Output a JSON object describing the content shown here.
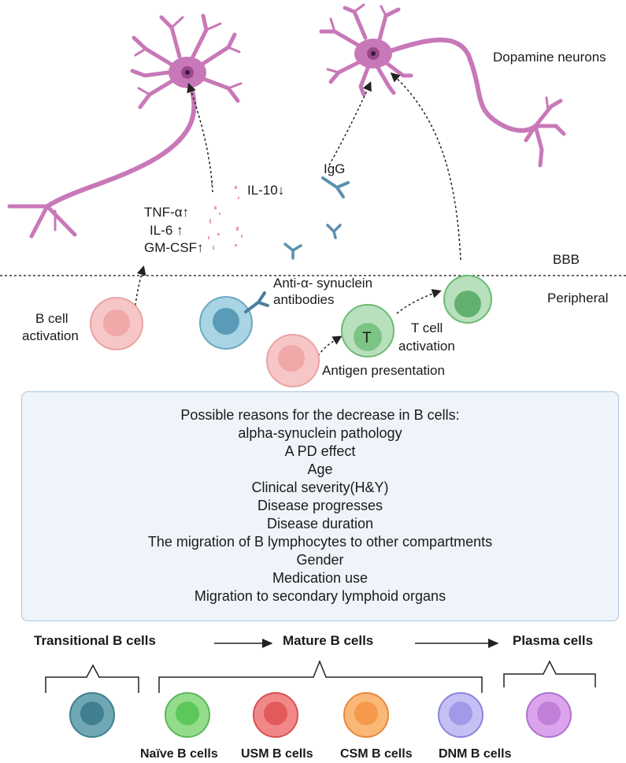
{
  "neurons_label": "Dopamine neurons",
  "bbb_label": "BBB",
  "peripheral_label": "Peripheral",
  "cytokines": [
    "TNF-α↑",
    "IL-6 ↑",
    "GM-CSF↑"
  ],
  "il10_label": "IL-10↓",
  "igg_label": "IgG",
  "b_cell_activation": [
    "B cell",
    "activation"
  ],
  "antibodies_label": [
    "Anti-α- synuclein",
    "antibodies"
  ],
  "t_cell_letter": "T",
  "t_cell_activation": [
    "T  cell",
    "activation"
  ],
  "antigen_presentation": "Antigen presentation",
  "reasons": {
    "title": "Possible reasons for the decrease in B cells:",
    "items": [
      "alpha-synuclein pathology",
      "A PD effect",
      "Age",
      "Clinical severity(H&Y)",
      "Disease progresses",
      "Disease duration",
      "The migration of B lymphocytes to other compartments",
      "Gender",
      "Medication use",
      "Migration to secondary lymphoid organs"
    ]
  },
  "stages": {
    "transitional": "Transitional B cells",
    "mature": "Mature B cells",
    "plasma": "Plasma cells"
  },
  "subsets": [
    "Naïve B cells",
    "USM B cells",
    "CSM B cells",
    "DNM B cells"
  ],
  "colors": {
    "neuron": "#c878b8",
    "neuron_nucleus": "#8a3a7a",
    "antibody": "#5c8fb0",
    "b_cell_pink": "#f4b8b8",
    "b_cell_blue": "#8cc4d8",
    "t_cell_green": "#9ad0a0",
    "transitional": "#3f7f8f",
    "naive": "#5cc85c",
    "usm": "#e25a5a",
    "csm": "#f59a4a",
    "dnm": "#a09ae8",
    "plasma": "#c080d8",
    "box_fill": "#eef4f9",
    "box_border": "#a9c6df"
  }
}
